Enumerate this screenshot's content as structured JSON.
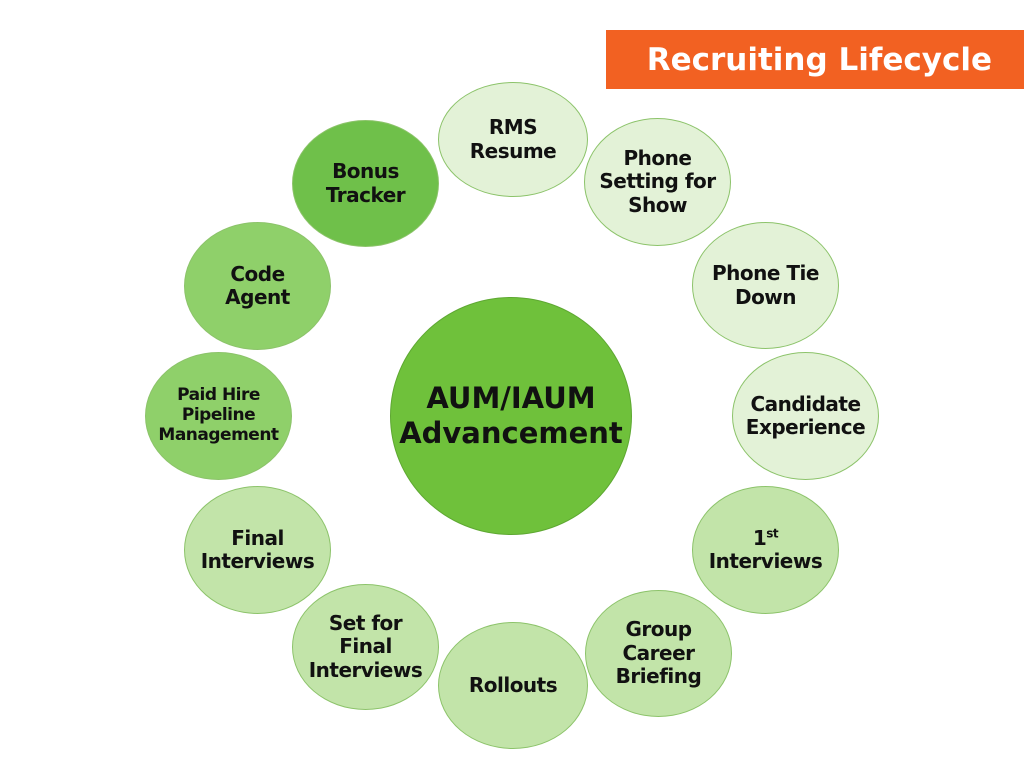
{
  "header": {
    "title": "Recruiting Lifecycle"
  },
  "center": {
    "lines": [
      "AUM/IAUM",
      "Advancement"
    ]
  },
  "nodes": [
    {
      "lines": [
        "RMS",
        "Resume"
      ]
    },
    {
      "lines": [
        "Phone",
        "Setting for",
        "Show"
      ]
    },
    {
      "lines": [
        "Phone Tie",
        "Down"
      ]
    },
    {
      "lines": [
        "Candidate",
        "Experience"
      ]
    },
    {
      "ordinal_number": "1",
      "ordinal_suffix": "st",
      "lines": [
        "",
        "Interviews"
      ]
    },
    {
      "lines": [
        "Group",
        "Career",
        "Briefing"
      ]
    },
    {
      "lines": [
        "Rollouts"
      ]
    },
    {
      "lines": [
        "Set for",
        "Final",
        "Interviews"
      ]
    },
    {
      "lines": [
        "Final",
        "Interviews"
      ]
    },
    {
      "lines": [
        "Paid Hire",
        "Pipeline",
        "Management"
      ]
    },
    {
      "lines": [
        "Code",
        "Agent"
      ]
    },
    {
      "lines": [
        "Bonus",
        "Tracker"
      ]
    }
  ],
  "colors": {
    "title_bar": "#f26122",
    "center": "#6fc13b",
    "light": "#e3f2d7",
    "mid": "#c2e4a9",
    "green": "#8fd06a",
    "dark": "#6fc04a"
  }
}
